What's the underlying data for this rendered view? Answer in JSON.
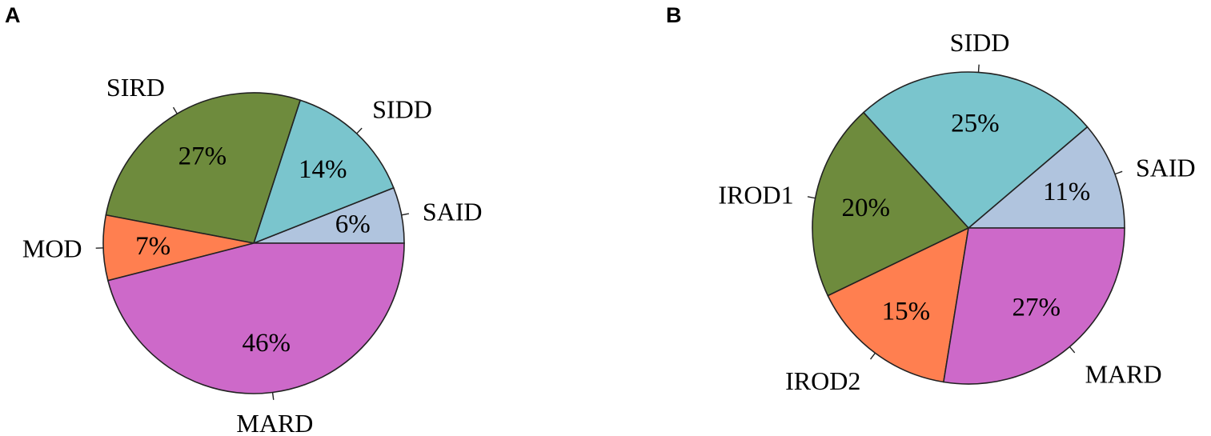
{
  "chart_data": [
    {
      "type": "pie",
      "panel_label": "A",
      "slices": [
        {
          "label": "SAID",
          "value": 6,
          "value_label": "6%",
          "color": "#b0c4de"
        },
        {
          "label": "SIDD",
          "value": 14,
          "value_label": "14%",
          "color": "#7ac5cd"
        },
        {
          "label": "SIRD",
          "value": 27,
          "value_label": "27%",
          "color": "#6e8b3d"
        },
        {
          "label": "MOD",
          "value": 7,
          "value_label": "7%",
          "color": "#ff7f50"
        },
        {
          "label": "MARD",
          "value": 46,
          "value_label": "46%",
          "color": "#cd69c9"
        }
      ]
    },
    {
      "type": "pie",
      "panel_label": "B",
      "slices": [
        {
          "label": "SAID",
          "value": 11,
          "value_label": "11%",
          "color": "#b0c4de"
        },
        {
          "label": "SIDD",
          "value": 25,
          "value_label": "25%",
          "color": "#7ac5cd"
        },
        {
          "label": "IROD1",
          "value": 20,
          "value_label": "20%",
          "color": "#6e8b3d"
        },
        {
          "label": "IROD2",
          "value": 15,
          "value_label": "15%",
          "color": "#ff7f50"
        },
        {
          "label": "MARD",
          "value": 27,
          "value_label": "27%",
          "color": "#cd69c9"
        }
      ]
    }
  ]
}
